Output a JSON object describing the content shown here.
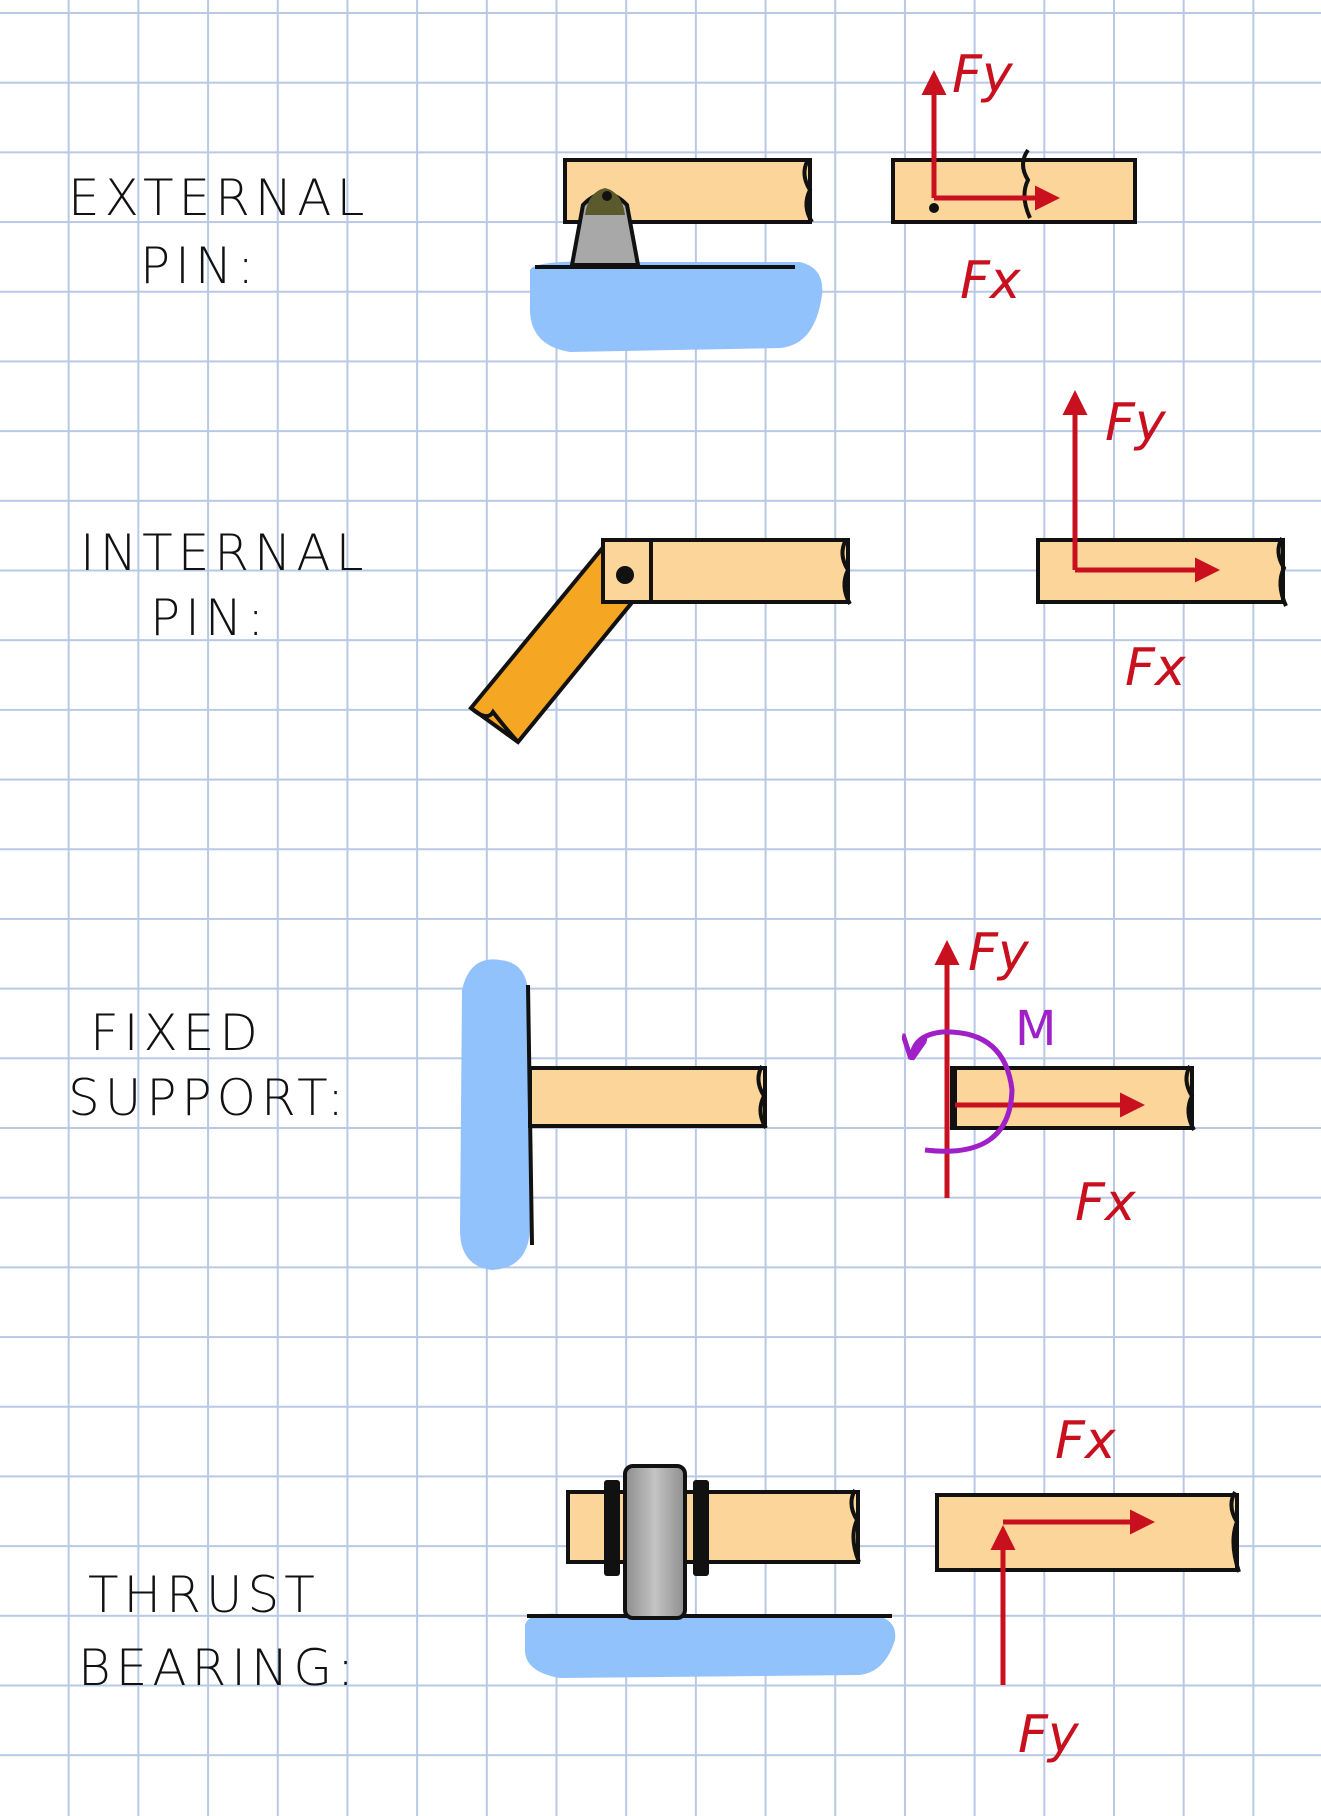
{
  "rows": [
    {
      "id": "external-pin",
      "label_lines": [
        "EXTERNAL",
        "PIN:"
      ],
      "forces": {
        "fy": "Fy",
        "fx": "Fx"
      }
    },
    {
      "id": "internal-pin",
      "label_lines": [
        "INTERNAL",
        "PIN:"
      ],
      "forces": {
        "fy": "Fy",
        "fx": "Fx"
      }
    },
    {
      "id": "fixed-support",
      "label_lines": [
        "FIXED",
        "SUPPORT:"
      ],
      "forces": {
        "fy": "Fy",
        "fx": "Fx",
        "m": "M"
      }
    },
    {
      "id": "thrust-bearing",
      "label_lines": [
        "THRUST",
        "BEARING:"
      ],
      "forces": {
        "fy": "Fy",
        "fx": "Fx"
      }
    }
  ],
  "colors": {
    "grid": "#b9c8e4",
    "beam": "#fbd59a",
    "beam_dark": "#f5a623",
    "ground": "#92c2fb",
    "force": "#c8101e",
    "moment": "#a020c8",
    "support_gray": "#a8a8a8"
  }
}
